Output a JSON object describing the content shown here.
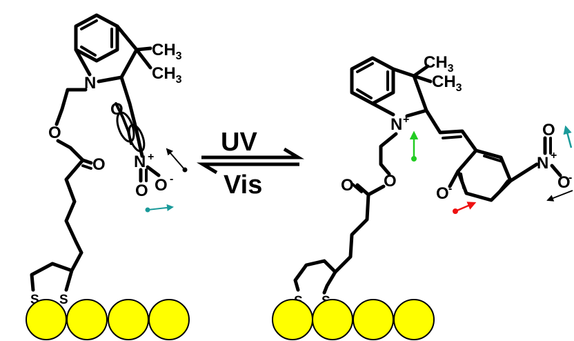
{
  "reaction": {
    "forward_label": "UV",
    "reverse_label": "Vis"
  },
  "spiropyran": {
    "methyl_1": "CH",
    "methyl_1_sub": "3",
    "methyl_2": "CH",
    "methyl_2_sub": "3",
    "nitrogen": "N",
    "oxygen_ring": "O",
    "oxygen_ester": "O",
    "oxygen_carbonyl": "O",
    "nitro_n": "N",
    "nitro_plus": "+",
    "nitro_o1": "O",
    "nitro_o2": "O",
    "nitro_minus": "-",
    "sulfur_1": "S",
    "sulfur_2": "S"
  },
  "merocyanine": {
    "methyl_1": "CH",
    "methyl_1_sub": "3",
    "methyl_2": "CH",
    "methyl_2_sub": "3",
    "nitrogen": "N",
    "nitrogen_plus": "+",
    "oxygen_ester": "O",
    "oxygen_carbonyl": "O",
    "phenolate_o": "O",
    "phenolate_minus": "-",
    "nitro_n": "N",
    "nitro_plus": "+",
    "nitro_o1": "O",
    "nitro_o2": "O",
    "nitro_minus": "-",
    "sulfur_1": "S",
    "sulfur_2": "S"
  },
  "colors": {
    "gold_surface": "#ffff00",
    "dipole_black": "#000000",
    "dipole_teal": "#1a9a9a",
    "dipole_green": "#22cc22",
    "dipole_red": "#ee1111"
  }
}
